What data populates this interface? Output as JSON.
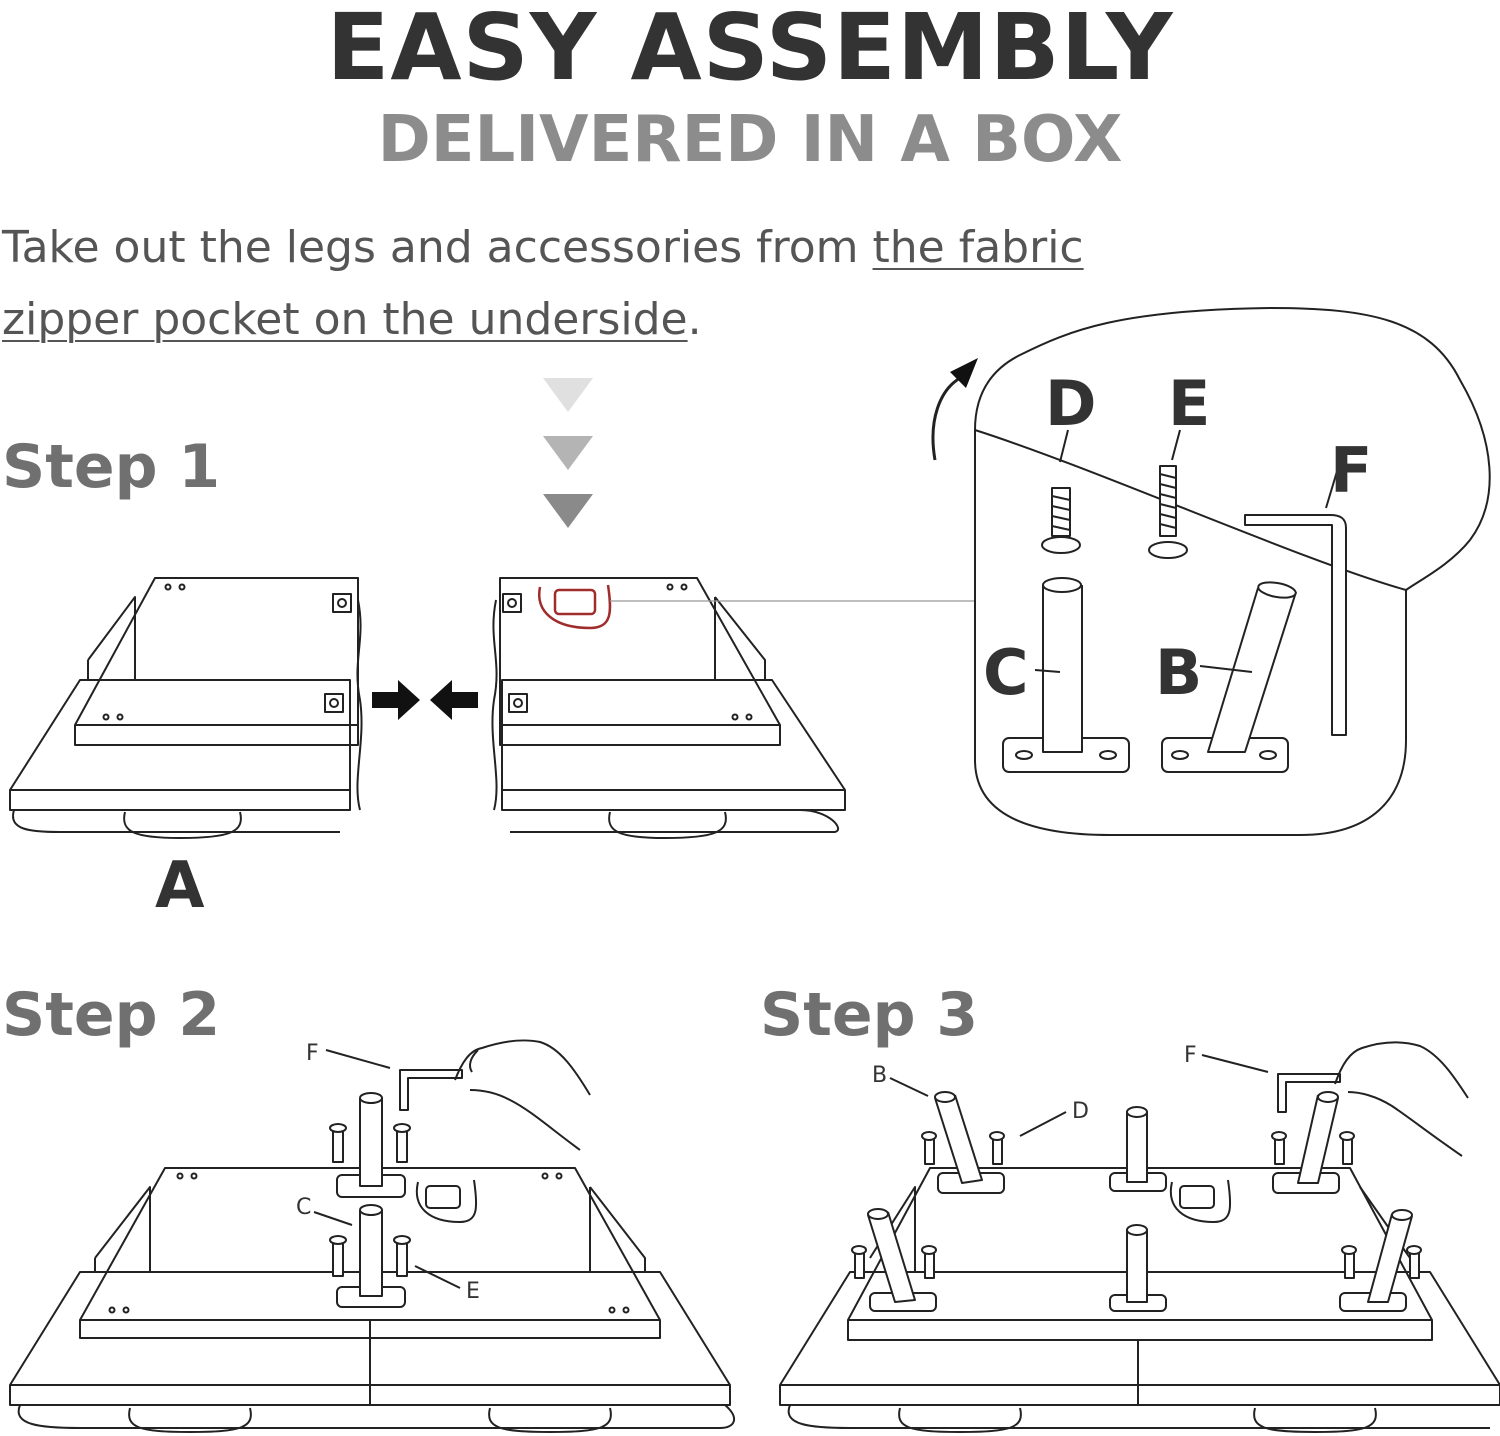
{
  "header": {
    "title": "EASY ASSEMBLY",
    "subtitle": "DELIVERED IN A BOX"
  },
  "intro": {
    "text_plain": "Take out the legs and accessories from ",
    "text_underlined_1": "the fabric",
    "text_underlined_2": "zipper pocket on the underside",
    "text_end": "."
  },
  "steps": {
    "step1": "Step 1",
    "step2": "Step 2",
    "step3": "Step 3"
  },
  "parts": {
    "A": "A",
    "B": "B",
    "C": "C",
    "D": "D",
    "E": "E",
    "F": "F"
  },
  "colors": {
    "title": "#333333",
    "subtitle": "#8c8c8c",
    "pocket_accent": "#a02c2c",
    "line": "#222222"
  }
}
